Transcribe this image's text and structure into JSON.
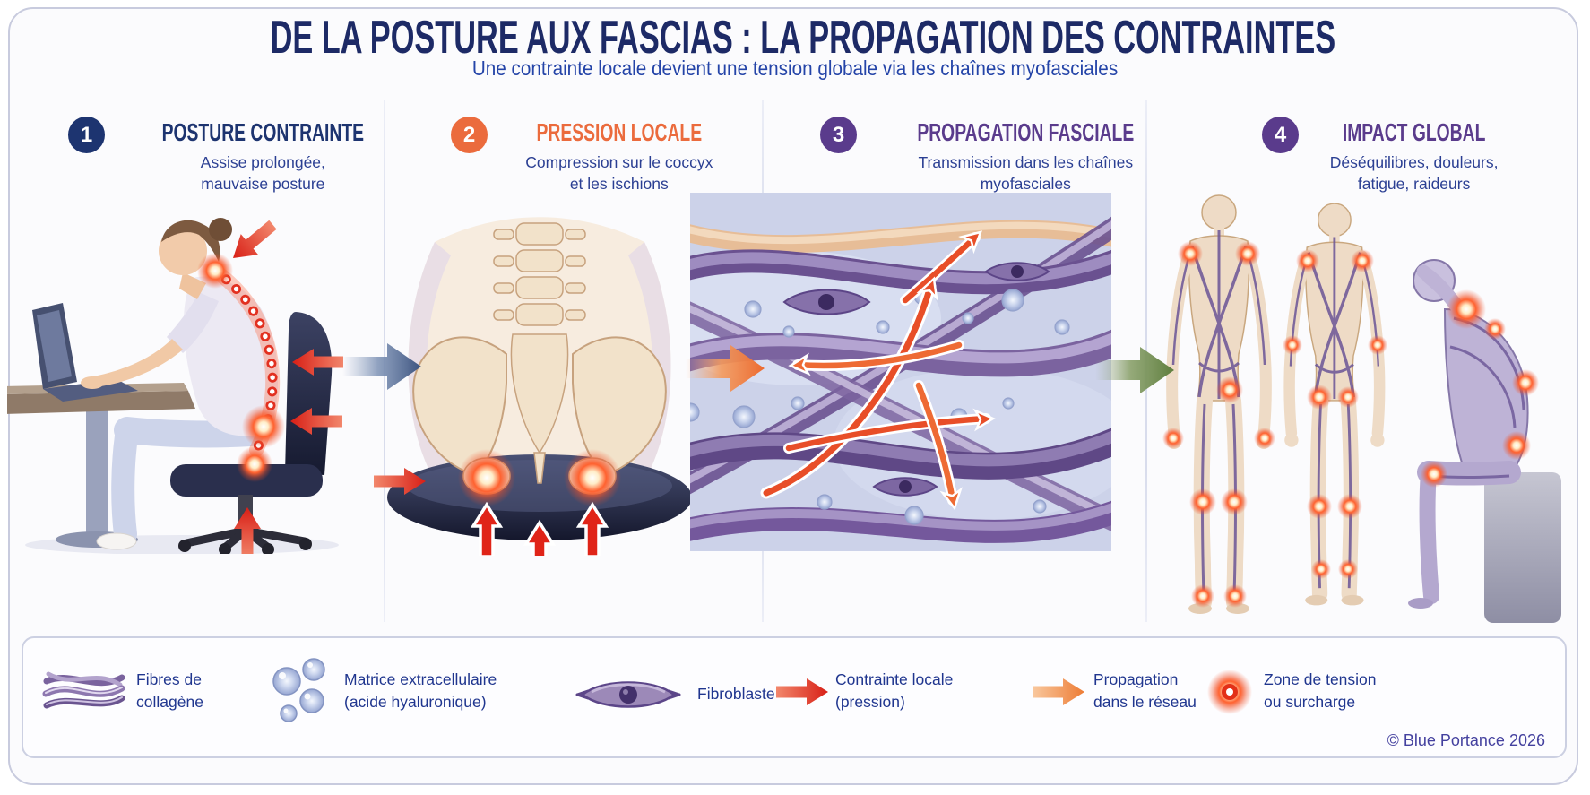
{
  "header": {
    "title": "DE LA POSTURE AUX FASCIAS : LA PROPAGATION DES CONTRAINTES",
    "subtitle": "Une contrainte locale devient une tension globale via les chaînes myofasciales"
  },
  "panels": [
    {
      "number": "1",
      "title": "POSTURE CONTRAINTE",
      "description": "Assise prolongée,\nmauvaise posture",
      "accent_color": "#1d3470",
      "illustration": "woman-seated-at-laptop-bad-posture-with-spine-stress-points"
    },
    {
      "number": "2",
      "title": "PRESSION LOCALE",
      "description": "Compression sur le coccyx\net les ischions",
      "accent_color": "#eb6b3d",
      "illustration": "pelvis-on-cushion-with-pressure-arrows"
    },
    {
      "number": "3",
      "title": "PROPAGATION FASCIALE",
      "description": "Transmission dans les chaînes\nmyofasciales",
      "accent_color": "#5a3b8c",
      "illustration": "fascia-fiber-network-closeup-with-propagation-arrows"
    },
    {
      "number": "4",
      "title": "IMPACT GLOBAL",
      "description": "Déséquilibres, douleurs,\nfatigue, raideurs",
      "accent_color": "#5a3b8c",
      "illustration": "bodies-with-glowing-tension-zones-and-slumped-seated-figure"
    }
  ],
  "flow_arrows": [
    {
      "name": "arrow-step1-to-step2",
      "color": "#3d5480"
    },
    {
      "name": "arrow-step2-to-step3",
      "color": "#ec6a2f"
    },
    {
      "name": "arrow-step3-to-step4",
      "color": "#5f7e3e"
    }
  ],
  "legend": {
    "items": [
      {
        "icon": "collagen-fibers-icon",
        "label": "Fibres de\ncollagène"
      },
      {
        "icon": "extracellular-matrix-icon",
        "label": "Matrice extracellulaire\n(acide hyaluronique)"
      },
      {
        "icon": "fibroblast-icon",
        "label": "Fibroblaste"
      },
      {
        "icon": "red-arrow-icon",
        "label": "Contrainte locale\n(pression)"
      },
      {
        "icon": "orange-arrow-icon",
        "label": "Propagation\ndans le réseau"
      },
      {
        "icon": "tension-zone-icon",
        "label": "Zone de tension\nou surcharge"
      }
    ],
    "copyright": "© Blue Portance 2026"
  },
  "colors": {
    "title": "#1d2a66",
    "subtitle": "#2444a8",
    "body_text": "#2b3f93",
    "legend_text": "#20368f",
    "copyright": "#44419f",
    "stress_arrow_red": "#dc241c",
    "propagation_arrow_orange": "#ef8a45",
    "card_border": "#c8cbde",
    "card_background": "#fbfbfd"
  }
}
